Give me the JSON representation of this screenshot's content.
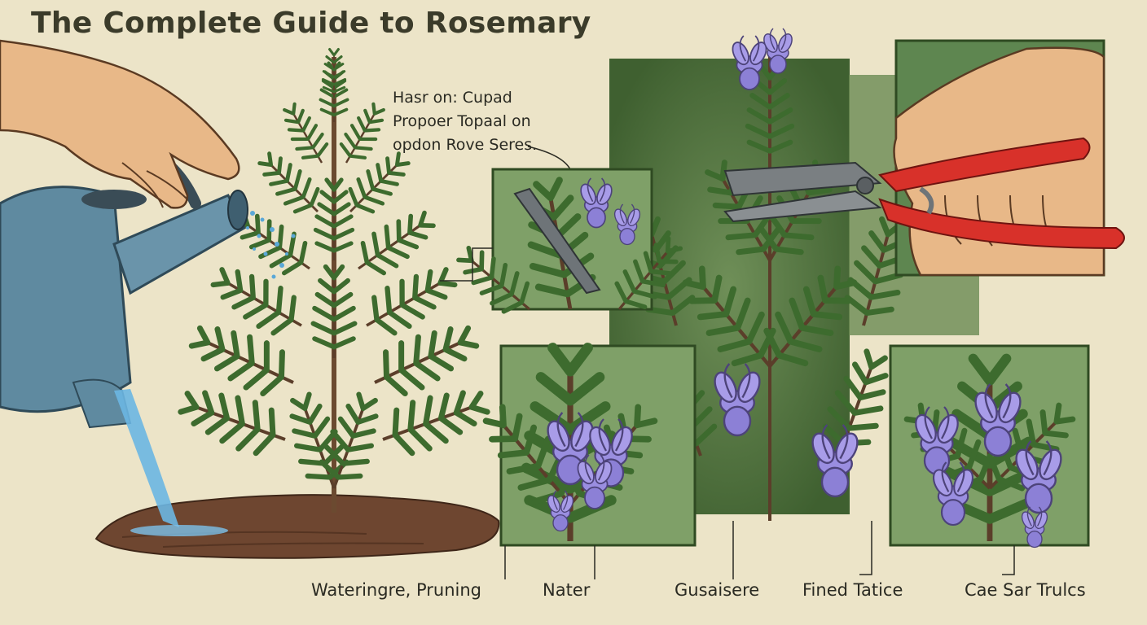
{
  "title": "The Complete Guide to Rosemary",
  "callout": {
    "line1": "Hasr on: Cupad",
    "line2": "Propoer Topaal on",
    "line3": "opdon Rove Seres."
  },
  "captions": [
    "Wateringre, Pruning",
    "Nater",
    "Gusaisere",
    "Fined Tatice",
    "Cae Sar Trulcs"
  ],
  "colors": {
    "background": "#ece4c8",
    "foliage": "#3d6b2e",
    "flower": "#9a8ee0",
    "shears_handle": "#d8312a",
    "soil": "#6e4630",
    "water": "#5aa8d8",
    "watering_can": "#5f8aa0"
  },
  "icons": [
    "hand-icon",
    "watering-can-icon",
    "rosemary-plant-icon",
    "pruning-shears-icon",
    "rosemary-flower-icon"
  ]
}
